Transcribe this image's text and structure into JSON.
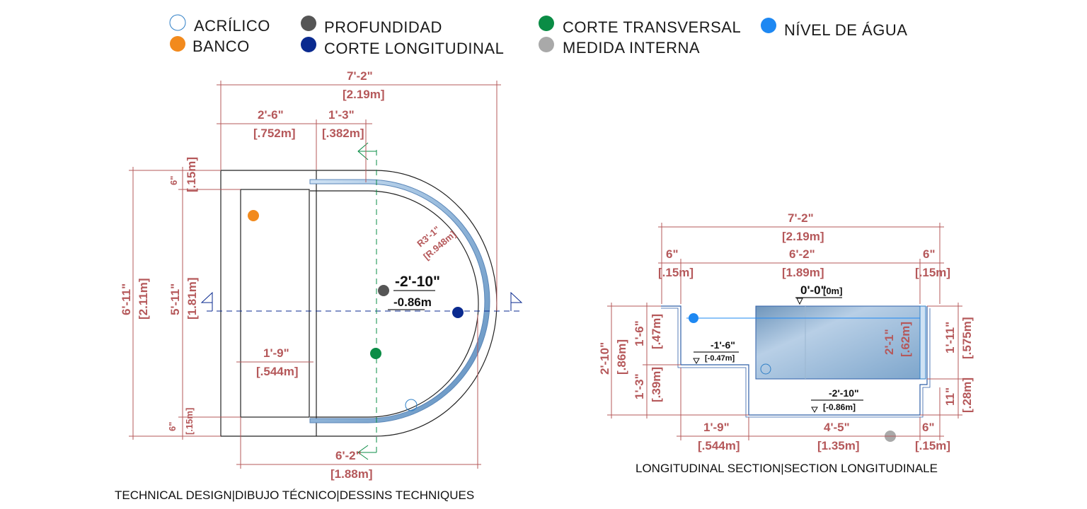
{
  "legend": {
    "acrilico": "ACRÍLICO",
    "banco": "BANCO",
    "profundidad": "PROFUNDIDAD",
    "corte_longitudinal": "CORTE LONGITUDINAL",
    "corte_transversal": "CORTE TRANSVERSAL",
    "medida_interna": "MEDIDA INTERNA",
    "nivel_agua": "NÍVEL DE ÁGUA",
    "colors": {
      "acrilico": "#2f7fc6",
      "banco": "#f28a1d",
      "profundidad": "#555555",
      "corte_longitudinal": "#0a2a8f",
      "corte_transversal": "#0a8c45",
      "medida_interna": "#a9a9a9",
      "nivel_agua": "#1e88f2"
    }
  },
  "plan": {
    "caption": "TECHNICAL DESIGN|DIBUJO TÉCNICO|DESSINS TECHNIQUES",
    "total_width_ft": "7'-2\"",
    "total_width_m": "[2.19m]",
    "bench_width_ft": "2'-6\"",
    "bench_width_m": "[.752m]",
    "straight_ft": "1'-3\"",
    "straight_m": "[.382m]",
    "total_height_ft": "6'-11\"",
    "total_height_m": "[2.11m]",
    "inner_height_ft": "5'-11\"",
    "inner_height_m": "[1.81m]",
    "top_wall_ft": "6\"",
    "top_wall_m": "[.15m]",
    "bottom_wall_ft": "6\"",
    "bottom_wall_m": "[.15m]",
    "bench_depth_ft": "1'-9\"",
    "bench_depth_m": "[.544m]",
    "bottom_width_ft": "6'-2\"",
    "bottom_width_m": "[1.88m]",
    "radius_ft": "R3'-1\"",
    "radius_m": "[R.948m]",
    "depth_ft": "-2'-10\"",
    "depth_m": "-0.86m"
  },
  "section": {
    "caption": "LONGITUDINAL SECTION|SECTION LONGITUDINALE",
    "total_width_ft": "7'-2\"",
    "total_width_m": "[2.19m]",
    "left_wall_ft": "6\"",
    "left_wall_m": "[.15m]",
    "inner_width_ft": "6'-2\"",
    "inner_width_m": "[1.89m]",
    "right_wall_ft": "6\"",
    "right_wall_m": "[.15m]",
    "level_top_ft": "0'-0\"",
    "level_top_m": "[0m]",
    "bench_level_ft": "-1'-6\"",
    "bench_level_m": "[-0.47m]",
    "floor_level_ft": "-2'-10\"",
    "floor_level_m": "[-0.86m]",
    "total_depth_ft": "2'-10\"",
    "total_depth_m": "[.86m]",
    "upper_ft": "1'-6\"",
    "upper_m": "[.47m]",
    "lower_ft": "1'-3\"",
    "lower_m": "[.39m]",
    "acrylic_ft": "2'-1\"",
    "acrylic_m": "[.62m]",
    "right_upper_ft": "1'-11\"",
    "right_upper_m": "[.575m]",
    "right_lower_ft": "11\"",
    "right_lower_m": "[.28m]",
    "bottom_bench_ft": "1'-9\"",
    "bottom_bench_m": "[.544m]",
    "bottom_deep_ft": "4'-5\"",
    "bottom_deep_m": "[1.35m]",
    "bottom_wall_ft": "6\"",
    "bottom_wall_m": "[.15m]"
  }
}
